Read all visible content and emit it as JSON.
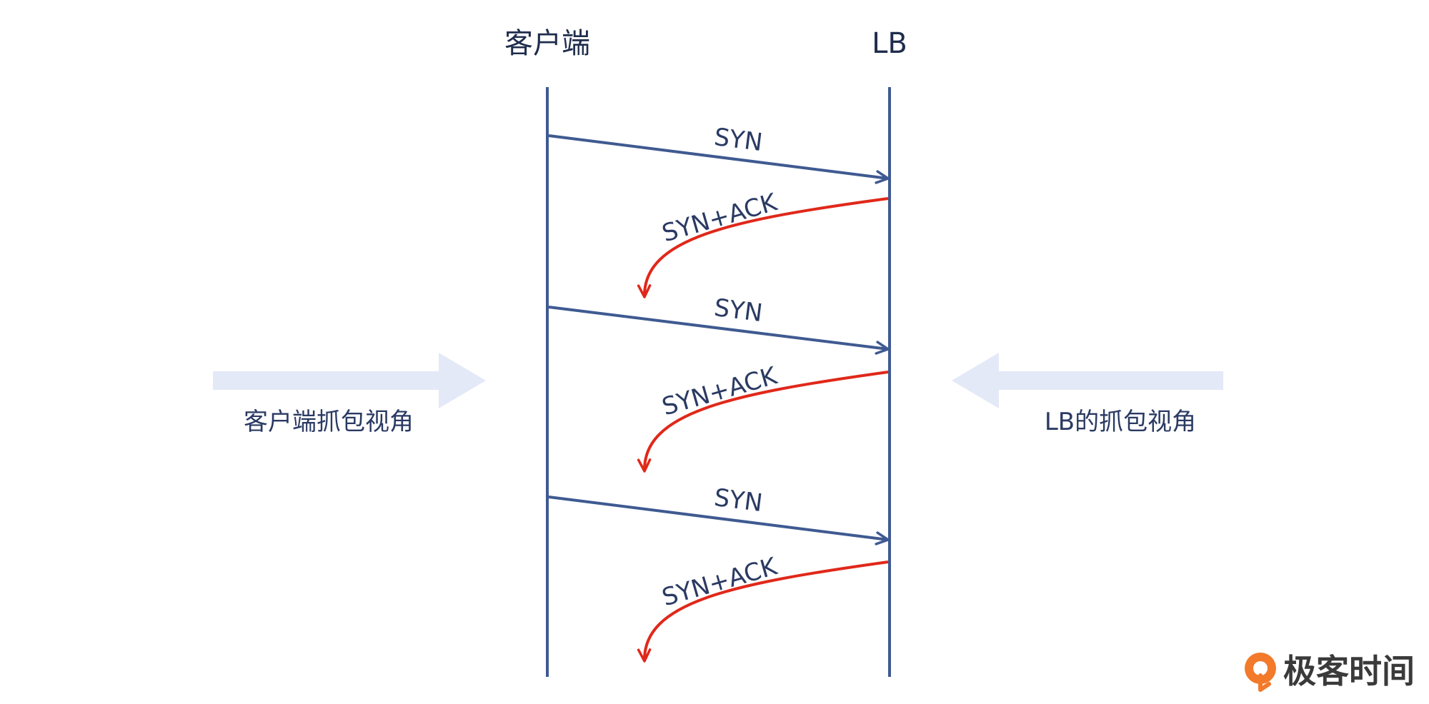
{
  "participants": {
    "client": "客户端",
    "lb": "LB"
  },
  "messages": [
    {
      "label": "SYN",
      "direction": "client-to-lb"
    },
    {
      "label": "SYN+ACK",
      "direction": "lb-to-client"
    },
    {
      "label": "SYN",
      "direction": "client-to-lb"
    },
    {
      "label": "SYN+ACK",
      "direction": "lb-to-client"
    },
    {
      "label": "SYN",
      "direction": "client-to-lb"
    },
    {
      "label": "SYN+ACK",
      "direction": "lb-to-client"
    }
  ],
  "views": {
    "client_view": "客户端抓包视角",
    "lb_view": "LB的抓包视角"
  },
  "logo": {
    "text": "极客时间"
  },
  "colors": {
    "lifeline": "#3f5a91",
    "syn": "#3f5a91",
    "synack": "#e0281a",
    "view_arrow": "#e3e9f7",
    "logo_accent": "#f27a2a"
  }
}
